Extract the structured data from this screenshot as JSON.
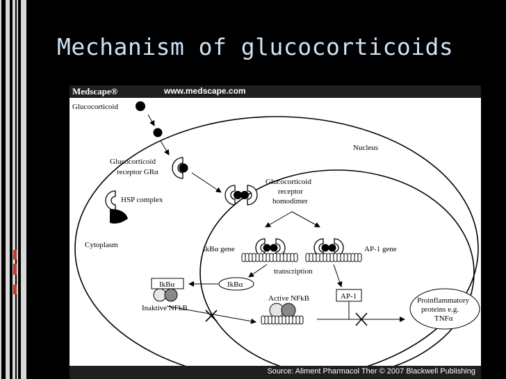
{
  "slide": {
    "title": "Mechanism of glucocorticoids"
  },
  "colors": {
    "background": "#000000",
    "title": "#cfe3f5",
    "accent_red": "#c0392b",
    "bar_grey": "#d9d9d9"
  },
  "figure": {
    "brand": "Medscape®",
    "url": "www.medscape.com",
    "source": "Source: Aliment Pharmacol Ther © 2007 Blackwell Publishing",
    "labels": {
      "glucocorticoid": "Glucocorticoid",
      "nucleus": "Nucleus",
      "receptor_line1": "Glucocorticoid",
      "receptor_line2": "receptor GRα",
      "hsp": "HSP complex",
      "homodimer_line1": "Glucocorticoid",
      "homodimer_line2": "receptor",
      "homodimer_line3": "homodimer",
      "cytoplasm": "Cytoplasm",
      "ikba_gene": "IkBα gene",
      "ap1_gene": "AP-1 gene",
      "transcription": "transcription",
      "ikba_box": "IkBα",
      "ikba_nuc": "IkBα",
      "inactive_nfkb": "Inaktive NFkB",
      "active_nfkb": "Active NFkB",
      "ap1_box": "AP-1",
      "proinf_line1": "Proinflammatory",
      "proinf_line2": "proteins e.g.",
      "proinf_line3": "TNFα"
    }
  }
}
